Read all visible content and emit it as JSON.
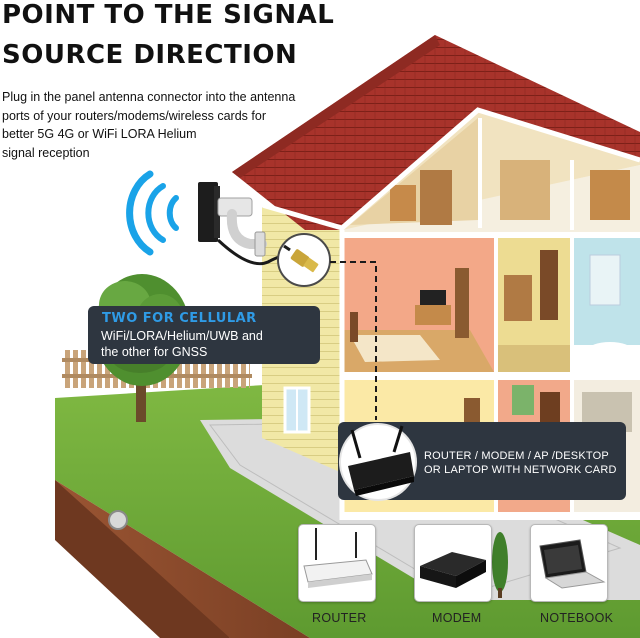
{
  "title": {
    "line1": "POINT TO THE SIGNAL",
    "line2": "SOURCE DIRECTION"
  },
  "description": [
    "Plug in the panel antenna connector into the antenna",
    "ports of your routers/modems/wireless cards for",
    "better 5G 4G  or WiFi LORA Helium",
    "signal reception"
  ],
  "callout_cellular": {
    "heading": "TWO FOR  CELLULAR",
    "lines": [
      "WiFi/LORA/Helium/UWB and",
      "the other for GNSS"
    ]
  },
  "callout_router": {
    "lines": [
      "ROUTER / MODEM / AP /DESKTOP",
      "OR LAPTOP WITH NETWORK CARD"
    ]
  },
  "devices": [
    {
      "label": "ROUTER",
      "icon": "router-icon"
    },
    {
      "label": "MODEM",
      "icon": "modem-icon"
    },
    {
      "label": "NOTEBOOK",
      "icon": "notebook-icon"
    }
  ],
  "colors": {
    "signal_blue": "#1aa3e8",
    "callout_bg": "#2e3640",
    "callout_heading": "#2f9be6",
    "roof": "#a8332b",
    "wall_siding": "#efe6a0",
    "grass": "#6ea83a",
    "soil": "#8a4a2c"
  }
}
